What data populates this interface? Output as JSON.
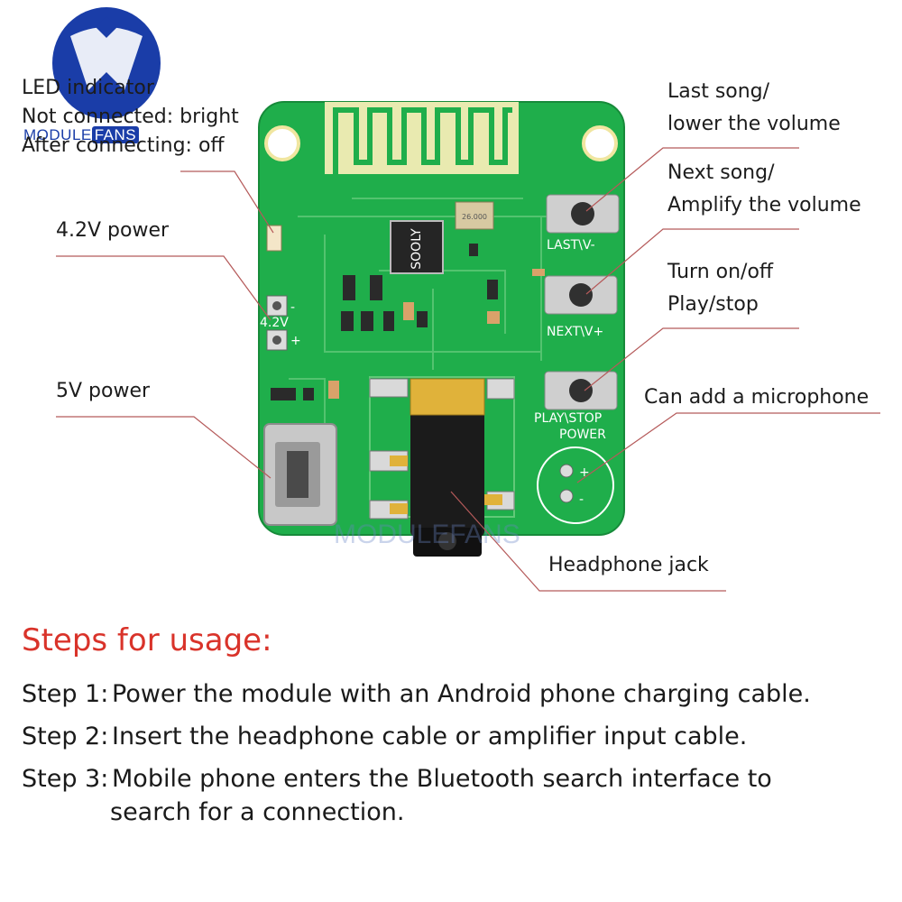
{
  "logo": {
    "part1": "MODULE",
    "part2": "FANS"
  },
  "watermark": "MODULEFANS",
  "callouts": {
    "led": [
      "LED indicator",
      "Not connected: bright",
      "After connecting: off"
    ],
    "power_42": "4.2V power",
    "power_5v": "5V power",
    "last_song": [
      "Last song/",
      "lower the volume"
    ],
    "next_song": [
      "Next song/",
      "Amplify the volume"
    ],
    "turn_on": [
      "Turn on/off",
      "Play/stop"
    ],
    "microphone": "Can add a microphone",
    "headphone": "Headphone jack"
  },
  "board_labels": {
    "last": "LAST\\V-",
    "next": "NEXT\\V+",
    "play": "PLAY\\STOP",
    "power": "POWER",
    "v42": "4.2V",
    "chip": "SOOLY",
    "crystal": "26.000"
  },
  "colors": {
    "pcb": "#1fae4b",
    "accent_title": "#d9332a",
    "leader": "#b55a5a"
  },
  "steps": {
    "title": "Steps for usage:",
    "items": [
      {
        "label": "Step 1:",
        "text": "Power the module with an Android phone charging cable."
      },
      {
        "label": "Step 2:",
        "text": "Insert the headphone cable or amplifier input cable."
      },
      {
        "label": "Step 3:",
        "text": "Mobile phone enters the Bluetooth search interface to",
        "continuation": "search for a connection."
      }
    ]
  }
}
